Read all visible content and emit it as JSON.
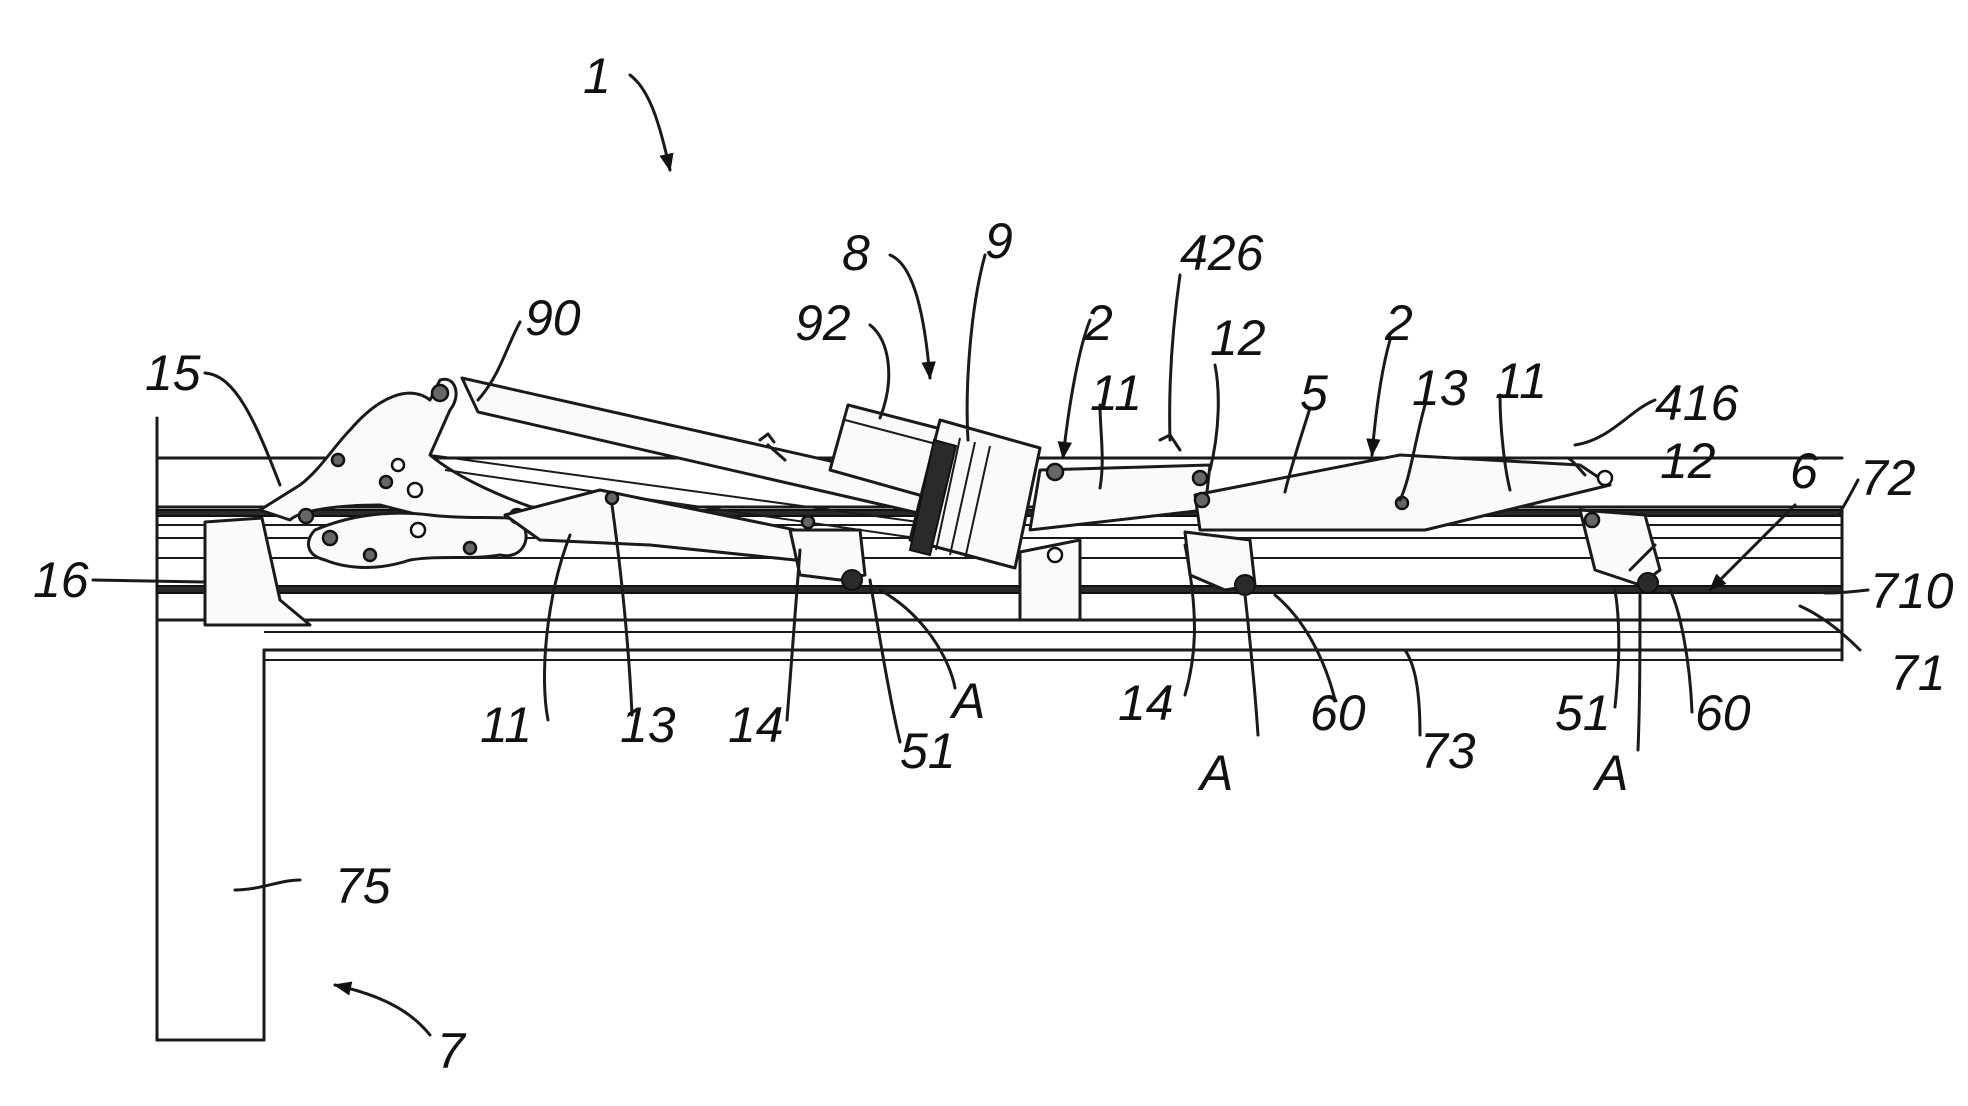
{
  "figure": {
    "labels": [
      {
        "id": "ref-1",
        "text": "1"
      },
      {
        "id": "ref-2-left",
        "text": "2"
      },
      {
        "id": "ref-2-right",
        "text": "2"
      },
      {
        "id": "ref-5",
        "text": "5"
      },
      {
        "id": "ref-6",
        "text": "6"
      },
      {
        "id": "ref-7",
        "text": "7"
      },
      {
        "id": "ref-8",
        "text": "8"
      },
      {
        "id": "ref-9",
        "text": "9"
      },
      {
        "id": "ref-11-a",
        "text": "11"
      },
      {
        "id": "ref-11-b",
        "text": "11"
      },
      {
        "id": "ref-11-c",
        "text": "11"
      },
      {
        "id": "ref-12-a",
        "text": "12"
      },
      {
        "id": "ref-12-b",
        "text": "12"
      },
      {
        "id": "ref-13-a",
        "text": "13"
      },
      {
        "id": "ref-13-b",
        "text": "13"
      },
      {
        "id": "ref-14-a",
        "text": "14"
      },
      {
        "id": "ref-14-b",
        "text": "14"
      },
      {
        "id": "ref-15",
        "text": "15"
      },
      {
        "id": "ref-16",
        "text": "16"
      },
      {
        "id": "ref-51-a",
        "text": "51"
      },
      {
        "id": "ref-51-b",
        "text": "51"
      },
      {
        "id": "ref-60-a",
        "text": "60"
      },
      {
        "id": "ref-60-b",
        "text": "60"
      },
      {
        "id": "ref-71",
        "text": "71"
      },
      {
        "id": "ref-72",
        "text": "72"
      },
      {
        "id": "ref-73",
        "text": "73"
      },
      {
        "id": "ref-75",
        "text": "75"
      },
      {
        "id": "ref-90",
        "text": "90"
      },
      {
        "id": "ref-92",
        "text": "92"
      },
      {
        "id": "ref-416",
        "text": "416"
      },
      {
        "id": "ref-426",
        "text": "426"
      },
      {
        "id": "ref-710",
        "text": "710"
      },
      {
        "id": "ref-A-1",
        "text": "A"
      },
      {
        "id": "ref-A-2",
        "text": "A"
      },
      {
        "id": "ref-A-3",
        "text": "A"
      }
    ]
  }
}
